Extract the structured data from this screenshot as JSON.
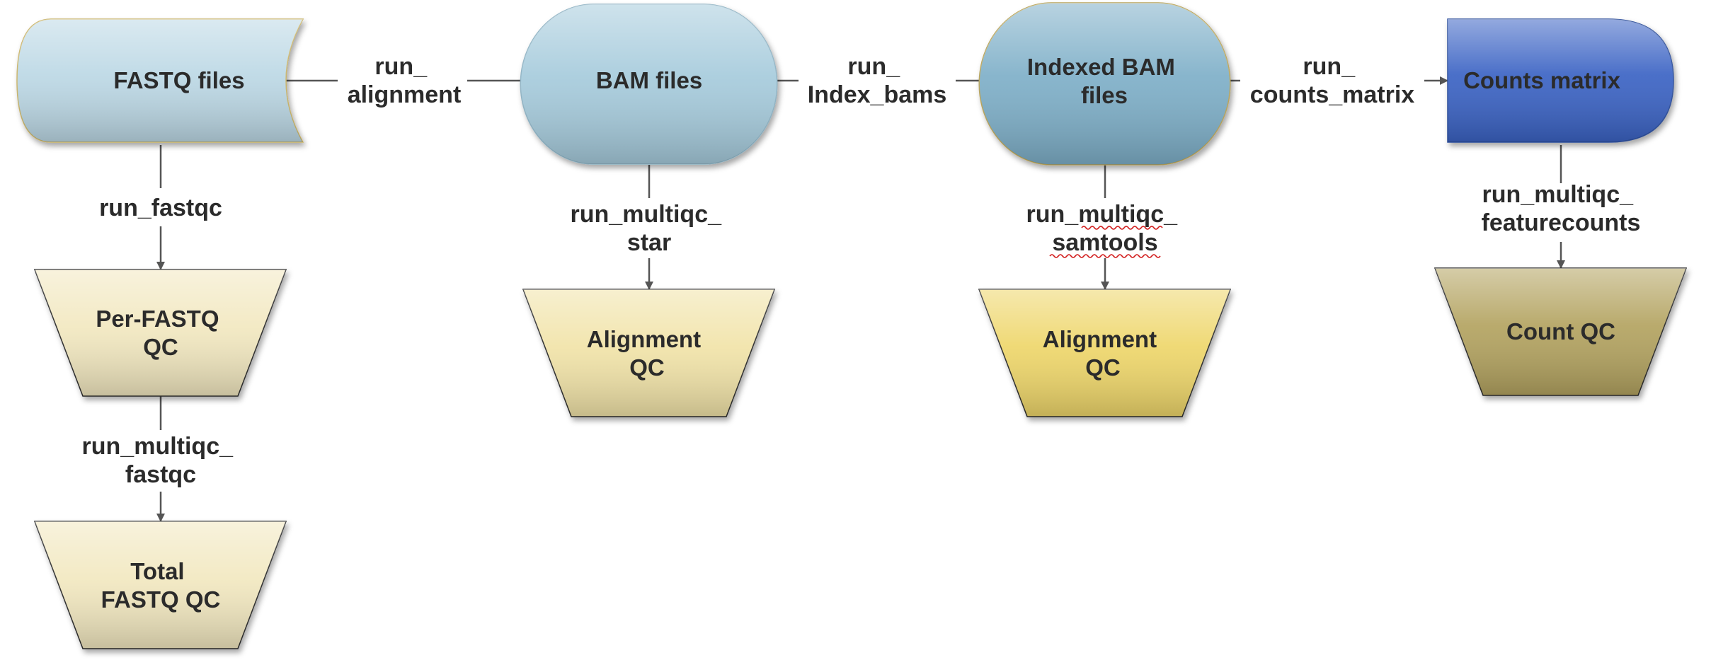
{
  "nodes": {
    "fastq_files": {
      "lines": [
        "FASTQ files"
      ]
    },
    "bam_files": {
      "lines": [
        "BAM files"
      ]
    },
    "indexed_bam_files": {
      "lines": [
        "Indexed BAM",
        "files"
      ]
    },
    "counts_matrix": {
      "lines": [
        "Counts matrix"
      ]
    },
    "per_fastq_qc": {
      "lines": [
        "Per-FASTQ",
        "QC"
      ]
    },
    "total_fastq_qc": {
      "lines": [
        "Total",
        "FASTQ QC"
      ]
    },
    "alignment_qc_star": {
      "lines": [
        "Alignment",
        "QC"
      ]
    },
    "alignment_qc_samtools": {
      "lines": [
        "Alignment",
        "QC"
      ]
    },
    "count_qc": {
      "lines": [
        "Count QC"
      ]
    }
  },
  "edges": {
    "run_alignment": {
      "lines": [
        "run_",
        "alignment"
      ]
    },
    "run_index_bams": {
      "lines": [
        "run_",
        "Index_bams"
      ]
    },
    "run_counts_matrix": {
      "lines": [
        "run_",
        "counts_matrix"
      ]
    },
    "run_fastqc": {
      "lines": [
        "run_fastqc"
      ]
    },
    "run_multiqc_fastqc": {
      "lines": [
        "run_multiqc_",
        "fastqc"
      ]
    },
    "run_multiqc_star": {
      "lines": [
        "run_multiqc_",
        "star"
      ]
    },
    "run_multiqc_samtools": {
      "lines": [
        "run_multiqc_",
        "samtools"
      ]
    },
    "run_multiqc_featurecounts": {
      "lines": [
        "run_multiqc_",
        "featurecounts"
      ]
    }
  },
  "colors": {
    "fastq_files": "#bcd8e5",
    "bam_files": "#a6cbdc",
    "indexed_bam_files": "#7eafc8",
    "counts_matrix": "#3a64c4",
    "per_fastq_qc": "#f2e8c0",
    "total_fastq_qc": "#f2e8c0",
    "alignment_qc_star": "#f1e3a8",
    "alignment_qc_samtools": "#eed66a",
    "count_qc": "#b3a360",
    "edge": "#555555",
    "text": "#2b2b2b"
  }
}
